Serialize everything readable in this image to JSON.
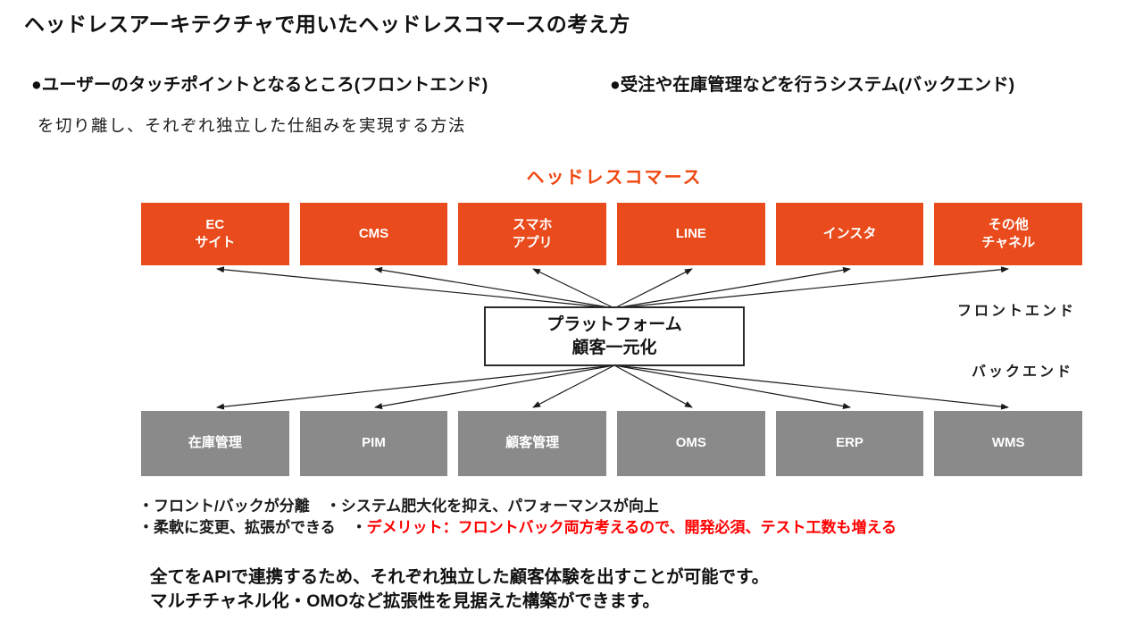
{
  "header": {
    "title": "ヘッドレスアーキテクチャで用いたヘッドレスコマースの考え方",
    "point_frontend": "●ユーザーのタッチポイントとなるところ(フロントエンド)",
    "point_backend": "●受注や在庫管理などを行うシステム(バックエンド)",
    "subtext": "を切り離し、それぞれ独立した仕組みを実現する方法"
  },
  "diagram": {
    "heading": "ヘッドレスコマース",
    "frontend_label": "フロントエンド",
    "backend_label": "バックエンド",
    "platform_box": "プラットフォーム\n顧客一元化",
    "frontend_channels": [
      "EC\nサイト",
      "CMS",
      "スマホ\nアプリ",
      "LINE",
      "インスタ",
      "その他\nチャネル"
    ],
    "backend_systems": [
      "在庫管理",
      "PIM",
      "顧客管理",
      "OMS",
      "ERP",
      "WMS"
    ]
  },
  "notes": {
    "merit_1": "・フロント/バックが分離",
    "merit_2": "・システム肥大化を抑え、パフォーマンスが向上",
    "merit_3": "・柔軟に変更、拡張ができる",
    "demerit_bullet": "・",
    "demerit": "デメリット：フロントバック両方考えるので、開発必須、テスト工数も増える"
  },
  "summary": {
    "line1": "全てをAPIで連携するため、それぞれ独立した顧客体験を出すことが可能です。",
    "line2": "マルチチャネル化・OMOなど拡張性を見据えた構築ができます。"
  },
  "colors": {
    "channel_orange": "#E94B1C",
    "system_gray": "#8A8A8A",
    "heading_orange": "#F04710",
    "demerit_red": "#FF0000"
  }
}
